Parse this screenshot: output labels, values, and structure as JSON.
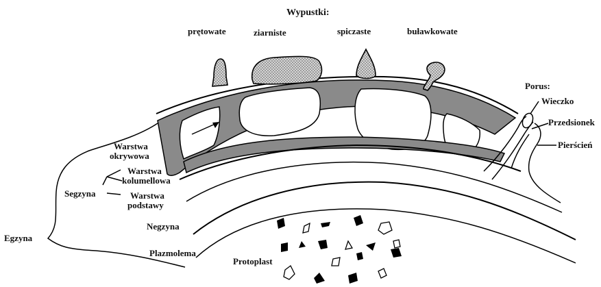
{
  "processes": {
    "title": "Wypustki:",
    "items": [
      "prętowate",
      "ziarniste",
      "spiczaste",
      "buławkowate"
    ]
  },
  "pore": {
    "title": "Porus:",
    "parts": [
      "Wieczko",
      "Przedsionek",
      "Pierścień"
    ]
  },
  "layers": {
    "exine": "Egzyna",
    "sexine": "Segzyna",
    "tectum": [
      "Warstwa",
      "okrywowa"
    ],
    "columellae": [
      "Warstwa",
      "kolumellowa"
    ],
    "foot_layer": [
      "Warstwa",
      "podstawy"
    ],
    "nexine": "Negzyna",
    "plasmalemma": "Plazmolema",
    "protoplast": "Protoplast"
  },
  "colors": {
    "wall": "#8a8a8a",
    "stroke": "#000000",
    "background": "#ffffff"
  }
}
